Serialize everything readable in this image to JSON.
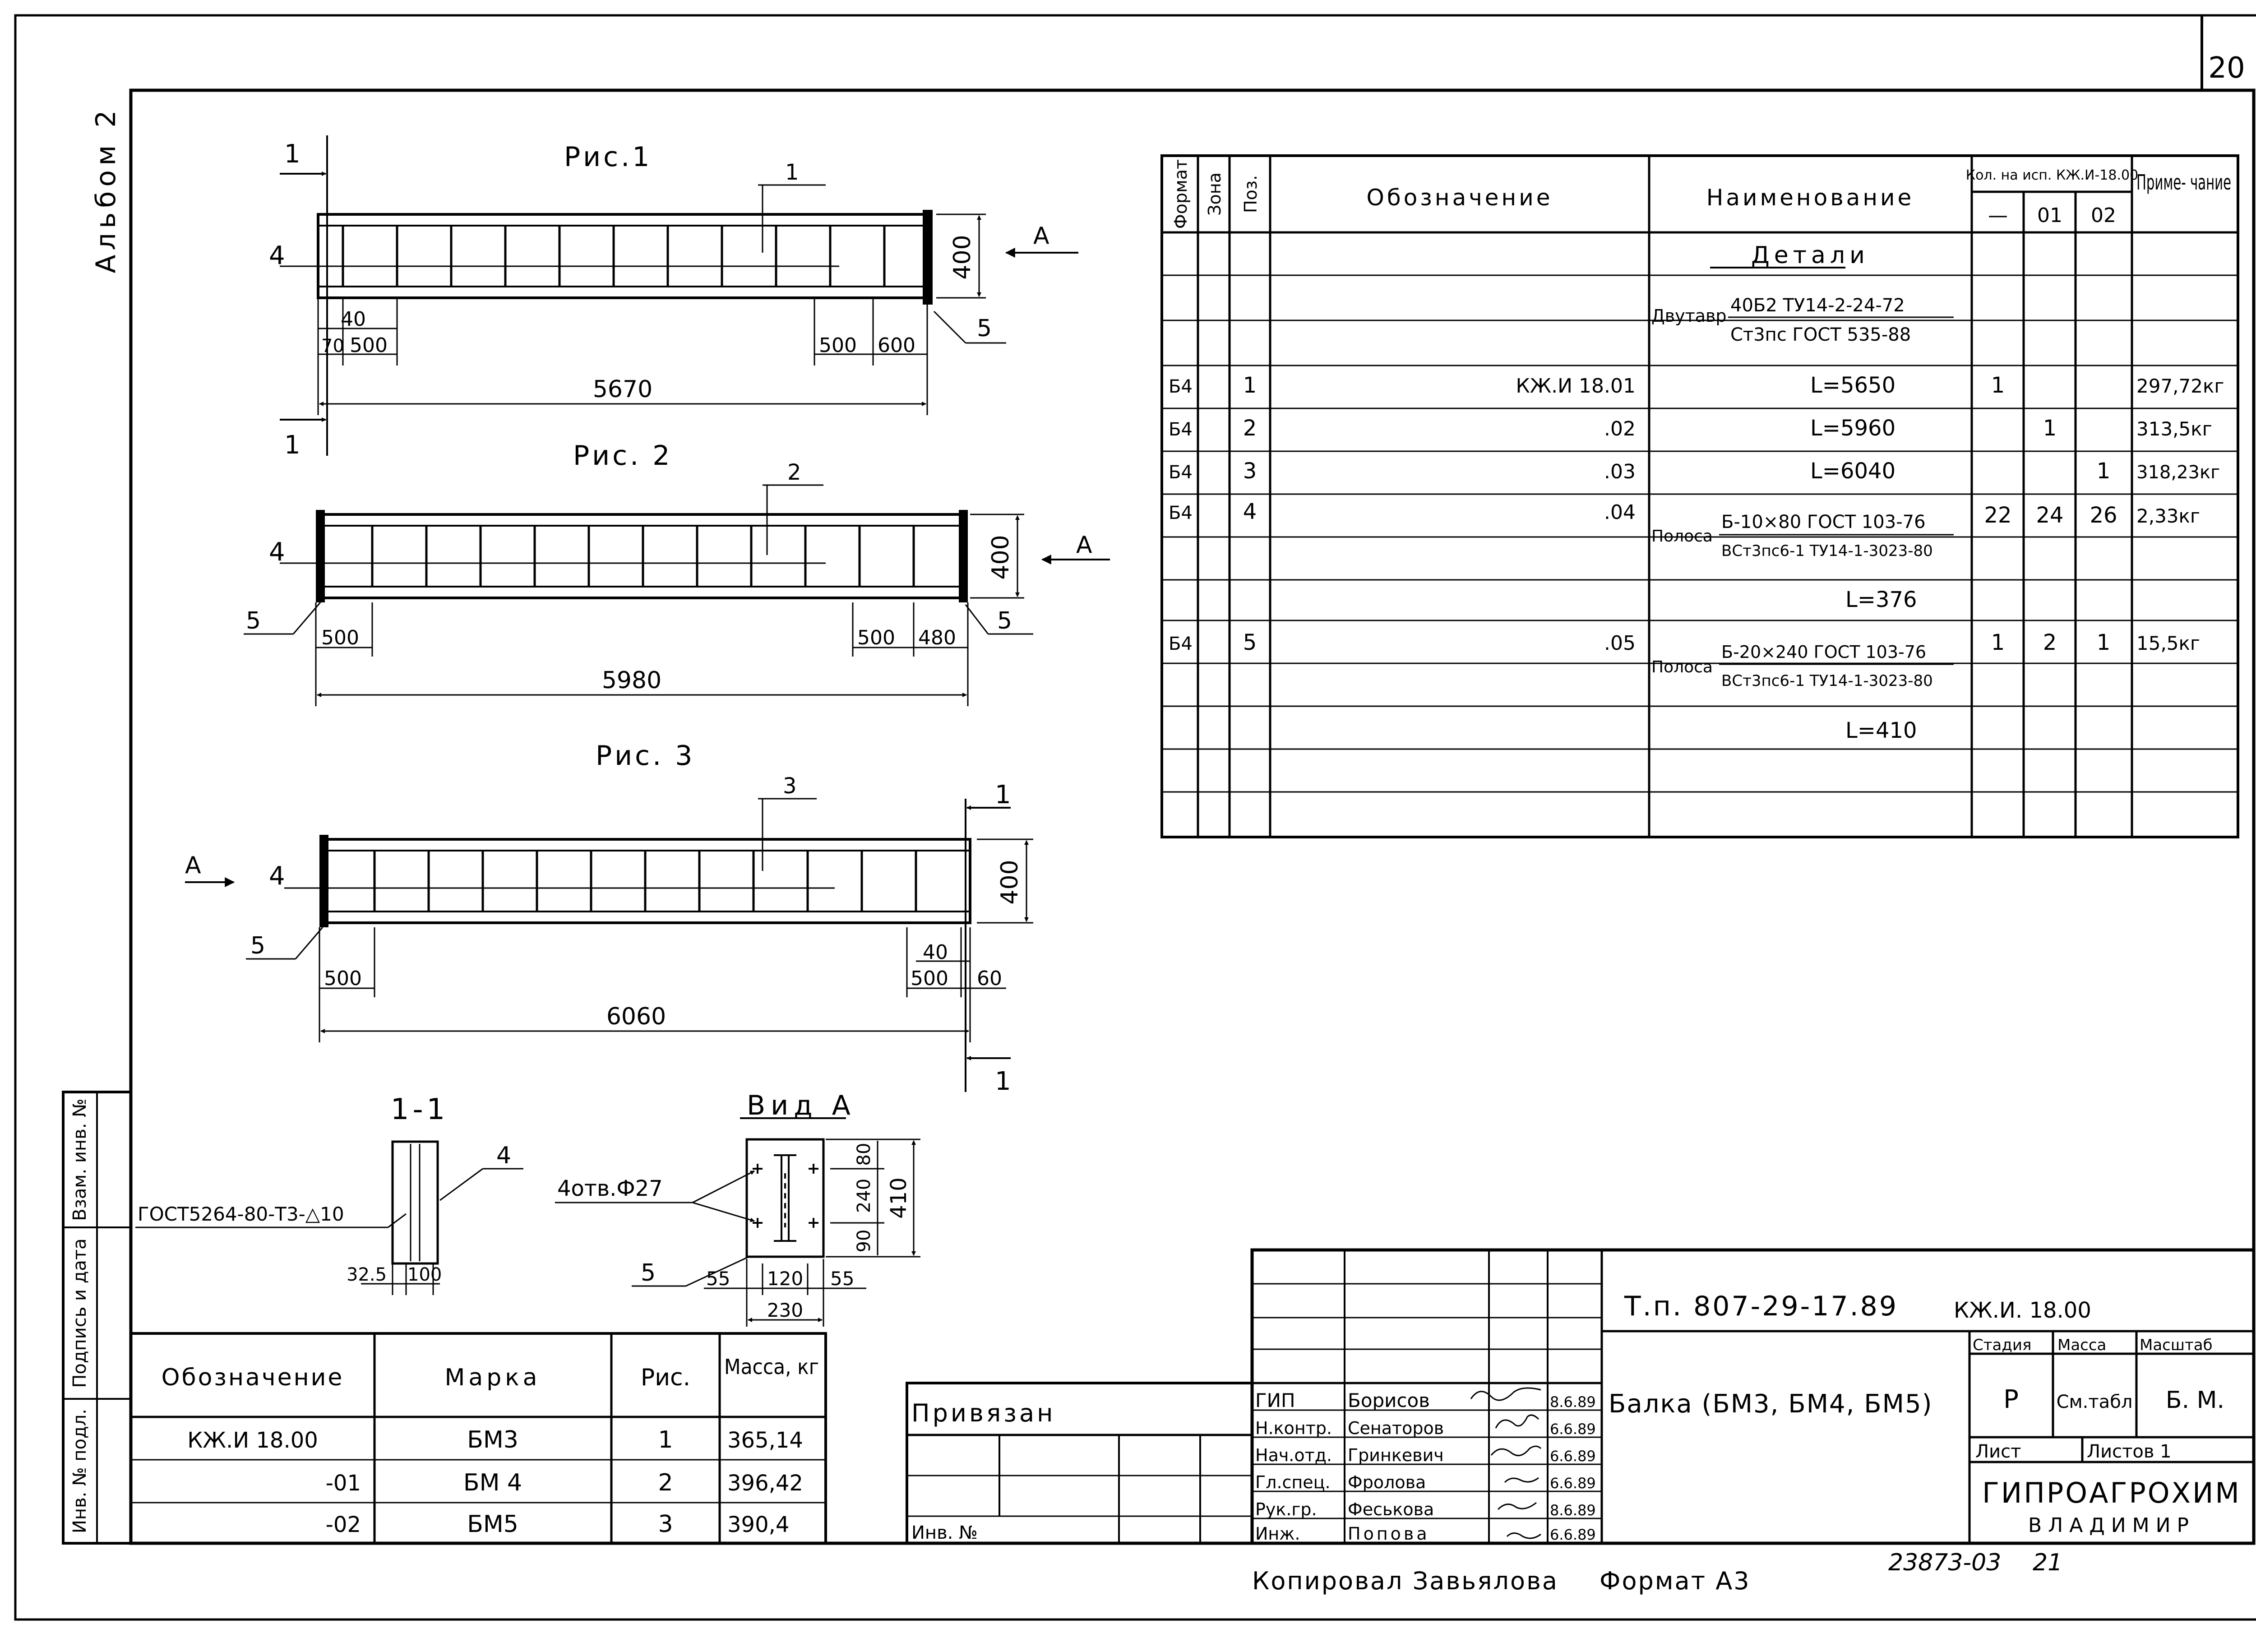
{
  "sheet": {
    "page_number": "20",
    "album": "Альбом 2"
  },
  "drawings": {
    "fig1": {
      "title": "Рис.1",
      "mark": "1",
      "side_label": "4",
      "plate_label": "5",
      "height": "400",
      "view_label": "A",
      "section_mark": "1",
      "dim_40": "40",
      "dim_70": "70",
      "dim_500_left": "500",
      "dim_500_right": "500",
      "dim_600": "600",
      "length": "5670"
    },
    "fig2": {
      "title": "Рис. 2",
      "mark": "2",
      "side_label": "4",
      "plate_left_label": "5",
      "plate_right_label": "5",
      "height": "400",
      "view_label": "A",
      "dim_500_left": "500",
      "dim_500_right": "500",
      "dim_480": "480",
      "length": "5980"
    },
    "fig3": {
      "title": "Рис. 3",
      "mark": "3",
      "side_label": "4",
      "plate_label": "5",
      "height": "400",
      "view_label": "A",
      "section_mark": "1",
      "dim_40": "40",
      "dim_60": "60",
      "dim_500_left": "500",
      "dim_500_right": "500",
      "length": "6060"
    },
    "section": {
      "title": "1-1",
      "part_label": "4",
      "weld_note": "ГОСТ5264-80-Т3-△10",
      "dim_325": "32.5",
      "dim_100": "100"
    },
    "view_a": {
      "title": "Вид А",
      "holes_note": "4отв.Ф27",
      "plate_label": "5",
      "dim_80": "80",
      "dim_240": "240",
      "dim_90": "90",
      "dim_410": "410",
      "dim_55_left": "55",
      "dim_120": "120",
      "dim_55_right": "55",
      "dim_230": "230"
    }
  },
  "spec_table": {
    "headers": {
      "format": "Формат",
      "zone": "Зона",
      "pos": "Поз.",
      "designation": "Обозначение",
      "name": "Наименование",
      "qty_group": "Кол. на исп. КЖ.И-18.00",
      "qty_base": "—",
      "qty_01": "01",
      "qty_02": "02",
      "note": "Приме- чание"
    },
    "section_title": "Детали",
    "beam_type_label": "Двутавр",
    "beam_type_top": "40Б2 ТУ14-2-24-72",
    "beam_type_bottom": "Ст3пс ГОСТ 535-88",
    "rows": [
      {
        "format": "Б4",
        "pos": "1",
        "designation": "КЖ.И 18.01",
        "name": "L=5650",
        "q0": "1",
        "q1": "",
        "q2": "",
        "note": "297,72кг"
      },
      {
        "format": "Б4",
        "pos": "2",
        "designation": ".02",
        "name": "L=5960",
        "q0": "",
        "q1": "1",
        "q2": "",
        "note": "313,5кг"
      },
      {
        "format": "Б4",
        "pos": "3",
        "designation": ".03",
        "name": "L=6040",
        "q0": "",
        "q1": "",
        "q2": "1",
        "note": "318,23кг"
      },
      {
        "format": "Б4",
        "pos": "4",
        "designation": ".04",
        "name": "",
        "q0": "22",
        "q1": "24",
        "q2": "26",
        "note": "2,33кг"
      },
      {
        "format": "Б4",
        "pos": "5",
        "designation": ".05",
        "name": "",
        "q0": "1",
        "q1": "2",
        "q2": "1",
        "note": "15,5кг"
      }
    ],
    "strip4_label": "Полоса",
    "strip4_top": "Б-10×80 ГОСТ 103-76",
    "strip4_bottom": "ВСт3пс6-1 ТУ14-1-3023-80",
    "strip4_length": "L=376",
    "strip5_label": "Полоса",
    "strip5_top": "Б-20×240 ГОСТ 103-76",
    "strip5_bottom": "ВСт3пс6-1 ТУ14-1-3023-80",
    "strip5_length": "L=410"
  },
  "marks_table": {
    "headers": {
      "designation": "Обозначение",
      "mark": "Марка",
      "fig": "Рис.",
      "mass": "Масса, кг"
    },
    "rows": [
      {
        "designation": "КЖ.И 18.00",
        "mark": "БМ3",
        "fig": "1",
        "mass": "365,14"
      },
      {
        "designation": "-01",
        "mark": "БМ 4",
        "fig": "2",
        "mass": "396,42"
      },
      {
        "designation": "-02",
        "mark": "БМ5",
        "fig": "3",
        "mass": "390,4"
      }
    ]
  },
  "side_stamp": {
    "labels": [
      "Инв. № подл.",
      "Подпись и дата",
      "Взам. инв. №"
    ]
  },
  "binding_block": {
    "title": "Привязан",
    "inv_label": "Инв. №"
  },
  "title_block": {
    "project_code": "Т.п. 807-29-17.89",
    "drawing_code": "КЖ.И. 18.00",
    "drawing_title": "Балка (БМ3, БМ4, БМ5)",
    "stage_label": "Стадия",
    "mass_label": "Масса",
    "scale_label": "Масштаб",
    "stage_value": "Р",
    "mass_value": "См.табл",
    "scale_value": "Б. М.",
    "sheet_label": "Лист",
    "sheets_label": "Листов 1",
    "org_name": "ГИПРОАГРОХИМ",
    "org_city": "ВЛАДИМИР",
    "staff": [
      {
        "role": "ГИП",
        "name": "Борисов",
        "date": "8.6.89"
      },
      {
        "role": "Н.контр.",
        "name": "Сенаторов",
        "date": "6.6.89"
      },
      {
        "role": "Нач.отд.",
        "name": "Гринкевич",
        "date": "6.6.89"
      },
      {
        "role": "Гл.спец.",
        "name": "Фролова",
        "date": "6.6.89"
      },
      {
        "role": "Рук.гр.",
        "name": "Феськова",
        "date": "8.6.89"
      },
      {
        "role": "Инж.",
        "name": "Попова",
        "date": "6.6.89"
      }
    ]
  },
  "footer": {
    "copied_by": "Копировал Завьялова",
    "format": "Формат А3",
    "archive_number": "23873-03",
    "archive_sheet": "21"
  }
}
